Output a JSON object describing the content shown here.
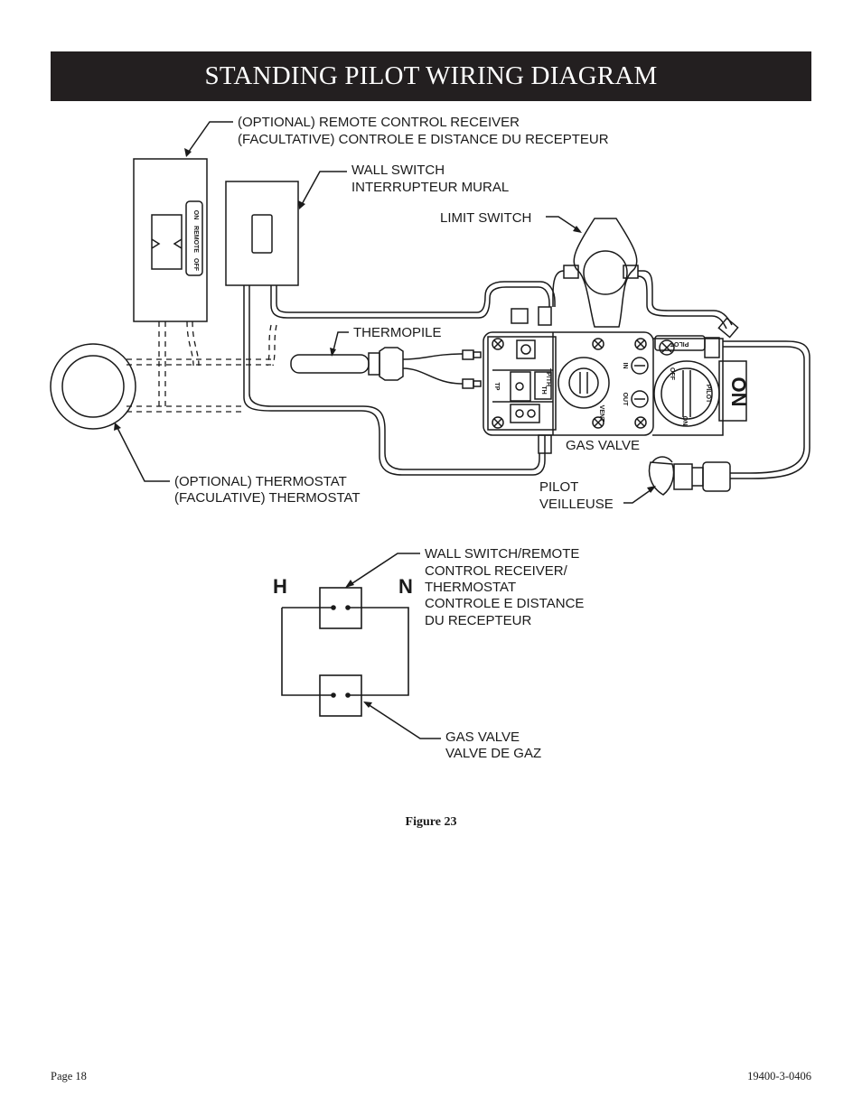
{
  "title": "STANDING PILOT WIRING DIAGRAM",
  "labels": {
    "remote_line1": "(OPTIONAL) REMOTE CONTROL RECEIVER",
    "remote_line2": "(FACULTATIVE) CONTROLE E DISTANCE DU RECEPTEUR",
    "wall_switch_line1": "WALL SWITCH",
    "wall_switch_line2": "INTERRUPTEUR MURAL",
    "limit_switch": "LIMIT SWITCH",
    "thermopile": "THERMOPILE",
    "gas_valve": "GAS VALVE",
    "pilot_line1": "PILOT",
    "pilot_line2": "VEILLEUSE",
    "thermostat_line1": "(OPTIONAL)  THERMOSTAT",
    "thermostat_line2": "(FACULATIVE)  THERMOSTAT"
  },
  "device_marks": {
    "receiver_on": "ON",
    "receiver_remote": "REMOTE",
    "receiver_off": "OFF",
    "valve_in": "IN",
    "valve_out": "OUT",
    "valve_vent": "VENT",
    "pilot_cap": "PILOT",
    "knob_off": "OFF",
    "knob_pilot": "PILOT",
    "knob_on": "ON",
    "knob_big_on": "ON",
    "tp_label": "TP",
    "th_label": "TH",
    "tp_th_label": "TP/TH"
  },
  "schematic": {
    "h_label": "H",
    "n_label": "N",
    "top_box_line1": "WALL SWITCH/REMOTE",
    "top_box_line2": "CONTROL RECEIVER/",
    "top_box_line3": "THERMOSTAT",
    "top_box_line4": "CONTROLE E DISTANCE",
    "top_box_line5": "DU RECEPTEUR",
    "bottom_box_line1": "GAS VALVE",
    "bottom_box_line2": "VALVE DE GAZ"
  },
  "caption": "Figure 23",
  "footer": {
    "page": "Page 18",
    "doc_number": "19400-3-0406"
  }
}
